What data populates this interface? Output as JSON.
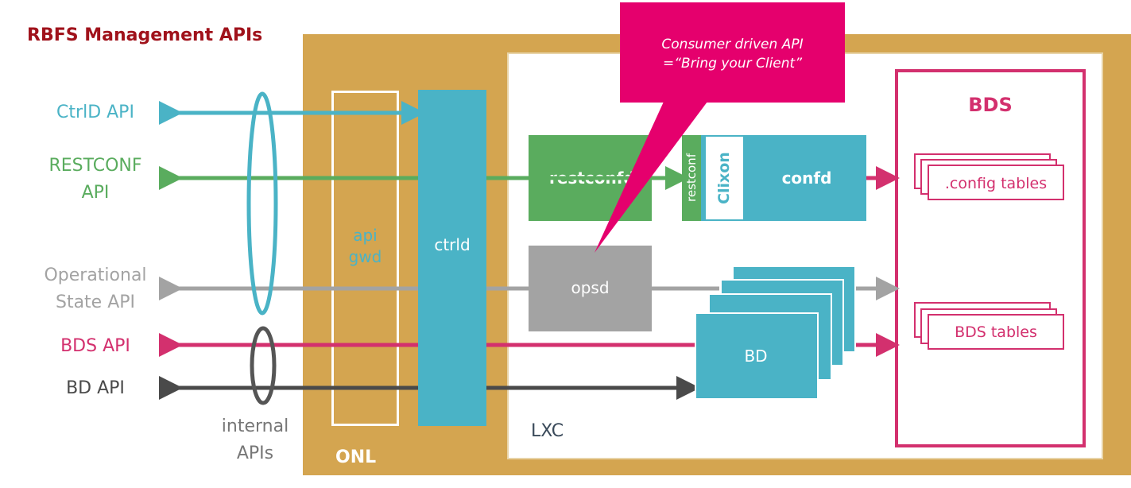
{
  "title": "RBFS Management APIs",
  "apis": {
    "ctrld": "CtrlD API",
    "restconf": [
      "RESTCONF",
      "API"
    ],
    "operational": [
      "Operational",
      "State API"
    ],
    "bds": "BDS API",
    "bd": "BD API"
  },
  "internal": [
    "internal",
    "APIs"
  ],
  "containers": {
    "onl": "ONL",
    "lxc": "LXC"
  },
  "components": {
    "apigwd": [
      "api",
      "gwd"
    ],
    "ctrld": "ctrld",
    "restconfd": "restconfd",
    "restconf_small": "restconf",
    "clixon": "Clixon",
    "confd": "confd",
    "opsd": "opsd",
    "bd": "BD"
  },
  "bds": {
    "title": "BDS",
    "config_tables": ".config tables",
    "bds_tables": "BDS tables"
  },
  "callout": [
    "Consumer driven API",
    "=“Bring your Client”"
  ],
  "colors": {
    "onl": "#d4a550",
    "ctrld": "#4ab3c6",
    "restconf": "#5aac5e",
    "operational": "#a3a3a3",
    "bds": "#d3306e",
    "bd": "#4a4a4a",
    "callout": "#e5006d",
    "title": "#a0121b"
  }
}
